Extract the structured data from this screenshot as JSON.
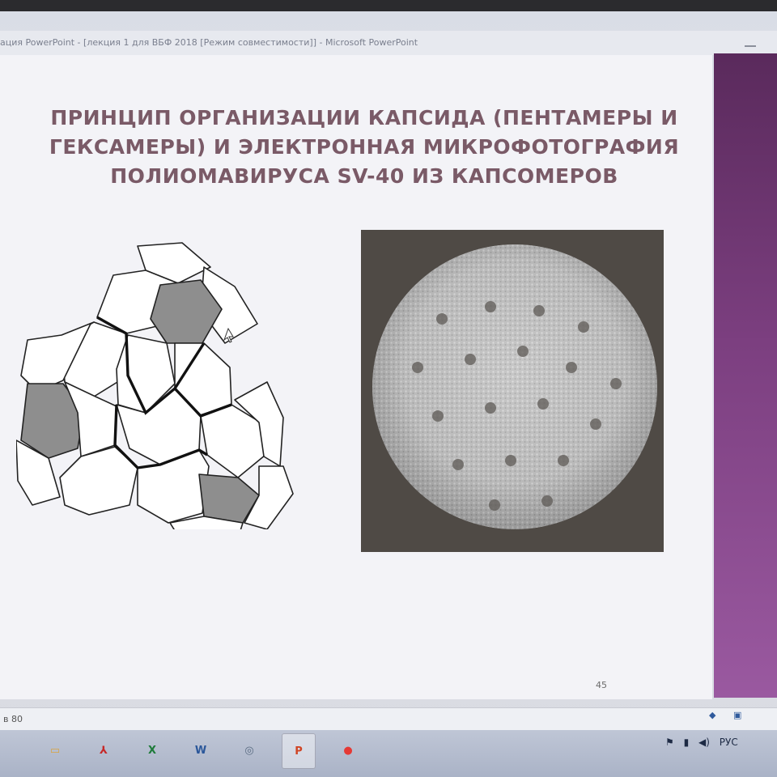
{
  "window": {
    "title": "ация PowerPoint - [лекция 1 для ВБФ 2018 [Режим совместимости]] - Microsoft PowerPoint"
  },
  "slide": {
    "title_lines": [
      "ПРИНЦИП ОРГАНИЗАЦИИ КАПСИДА (ПЕНТАМЕРЫ И",
      "ГЕКСАМЕРЫ) И ЭЛЕКТРОННАЯ МИКРОФОТОГРАФИЯ",
      "ПОЛИОМАВИРУСА SV-40 ИЗ КАПСОМЕРОВ"
    ],
    "page_number": "45"
  },
  "statusbar": {
    "zoom_text": "в 80"
  },
  "taskbar": {
    "apps": [
      {
        "name": "explorer",
        "glyph": "▭",
        "color": "#d9a441"
      },
      {
        "name": "acrobat",
        "glyph": "⅄",
        "color": "#c62828"
      },
      {
        "name": "excel",
        "glyph": "X",
        "color": "#1e7b3a"
      },
      {
        "name": "word",
        "glyph": "W",
        "color": "#2b579a"
      },
      {
        "name": "app5",
        "glyph": "◎",
        "color": "#5a6c82"
      },
      {
        "name": "powerpoint",
        "glyph": "P",
        "color": "#d04423"
      },
      {
        "name": "chrome",
        "glyph": "●",
        "color": "#e53935"
      }
    ],
    "language": "РУС"
  },
  "colors": {
    "title": "#7a5a67",
    "accent_panel": "#7c3f80"
  }
}
